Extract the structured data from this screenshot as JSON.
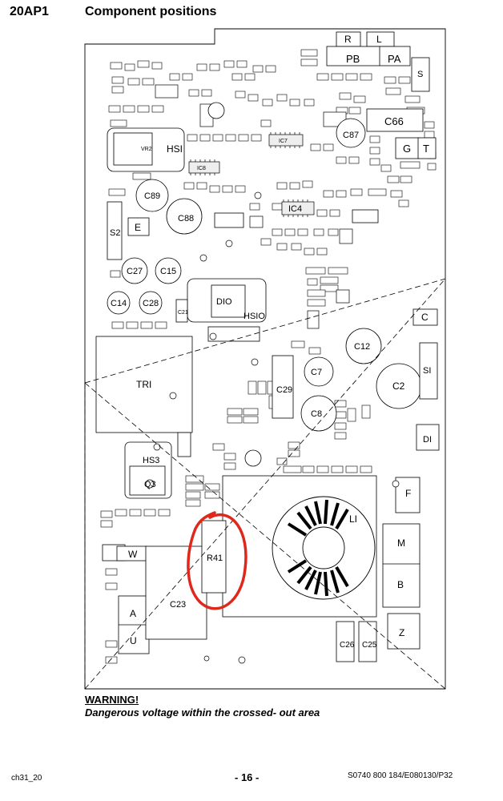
{
  "header": {
    "id": "20AP1",
    "title": "Component positions"
  },
  "labels": {
    "R": "R",
    "L": "L",
    "PB": "PB",
    "PA": "PA",
    "S": "S",
    "C66": "C66",
    "G": "G",
    "T": "T",
    "HSI": "HSI",
    "VR2": "VR2",
    "C89": "C89",
    "C88": "C88",
    "S2": "S2",
    "E": "E",
    "C27": "C27",
    "C15": "C15",
    "C14": "C14",
    "C28": "C28",
    "DIO": "DIO",
    "HSIO": "HSIO",
    "IC4": "IC4",
    "IC7": "IC7",
    "IC8": "IC8",
    "C12": "C12",
    "C7": "C7",
    "C2": "C2",
    "C8": "C8",
    "C29": "C29",
    "C": "C",
    "SI": "SI",
    "DI": "DI",
    "TRI": "TRI",
    "HS3": "HS3",
    "Q3": "Q3",
    "F": "F",
    "LI": "LI",
    "M": "M",
    "B": "B",
    "Z": "Z",
    "R41": "R41",
    "W": "W",
    "C23": "C23",
    "A": "A",
    "U": "U",
    "C26": "C26",
    "C25": "C25",
    "C87": "C87",
    "C21": "C21"
  },
  "warning": {
    "title": "WARNING!",
    "text": "Dangerous voltage within the crossed- out area"
  },
  "footer": {
    "left": "ch31_20",
    "center": "- 16 -",
    "right": "S0740 800 184/E080130/P32"
  },
  "colors": {
    "highlight": "#e0271b",
    "ink": "#000000",
    "shade": "#d8d8d8"
  }
}
